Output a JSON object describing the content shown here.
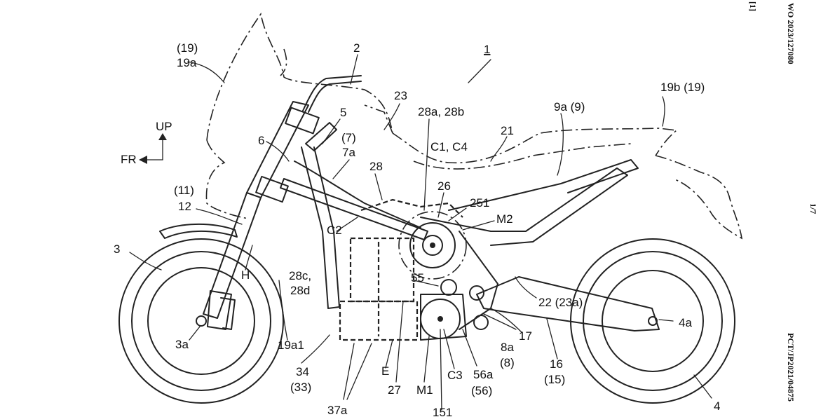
{
  "labels": {
    "l1": "1",
    "l2": "2",
    "l3": "3",
    "l3a": "3a",
    "l4": "4",
    "l4a": "4a",
    "l5": "5",
    "l6": "6",
    "l7": "(7)",
    "l7a": "7a",
    "l8": "(8)",
    "l8a": "8a",
    "l9a": "9a (9)",
    "l11": "(11)",
    "l12": "12",
    "l15": "(15)",
    "l16": "16",
    "l17": "17",
    "l19": "(19)",
    "l19a": "19a",
    "l19a1": "19a1",
    "l19b": "19b (19)",
    "l21": "21",
    "l22": "22 (23a)",
    "l23": "23",
    "l26": "26",
    "l27": "27",
    "l28": "28",
    "l28ab": "28a, 28b",
    "l28c": "28c,",
    "l28d": "28d",
    "l33": "(33)",
    "l34": "34",
    "l37a": "37a",
    "l55": "55",
    "l56": "(56)",
    "l56a": "56a",
    "l151": "151",
    "l251": "251",
    "lC1C4": "C1, C4",
    "lC2": "C2",
    "lC3": "C3",
    "lE": "E",
    "lH": "H",
    "lM1": "M1",
    "lM2": "M2",
    "lUP": "UP",
    "lFR": "FR"
  },
  "side_text": {
    "publication": "WO 2023/127080",
    "page": "1/7",
    "application": "PCT/JP2021/04875",
    "bracket": "[1]"
  }
}
